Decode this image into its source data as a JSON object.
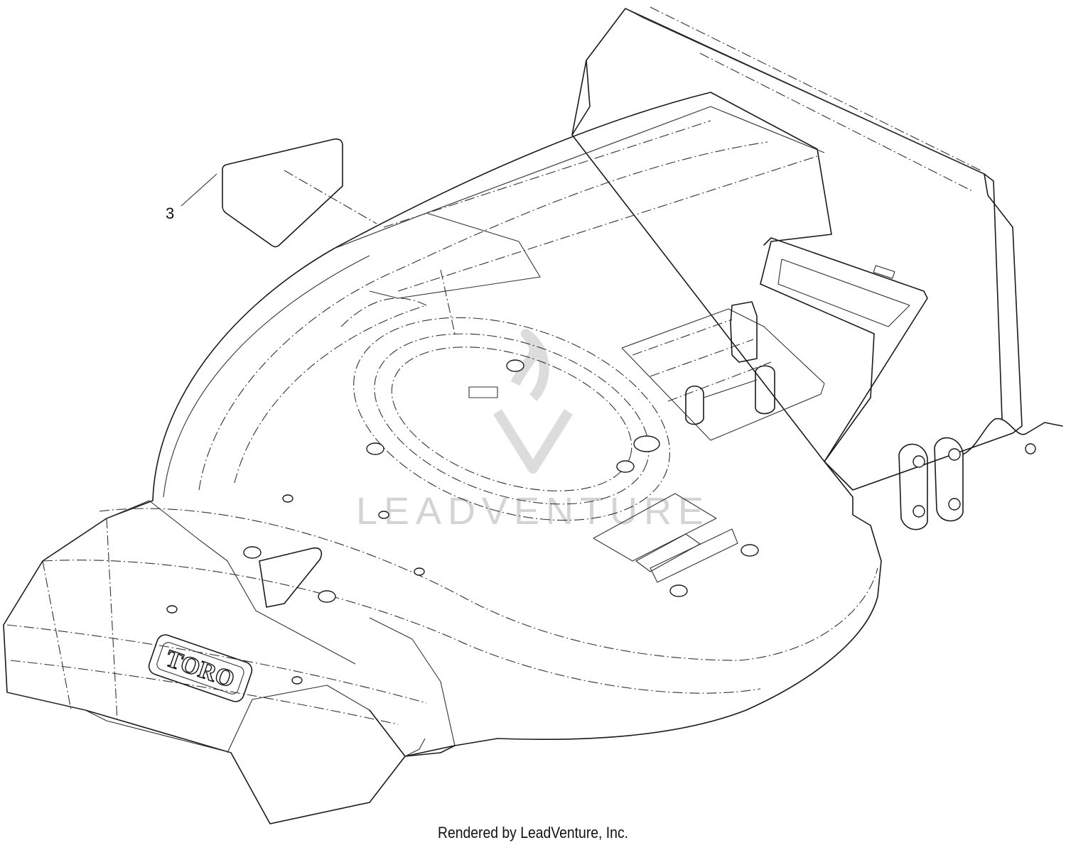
{
  "diagram": {
    "callouts": [
      {
        "number": "3",
        "part": "decal"
      }
    ],
    "logo_text": "TORO",
    "watermark_text": "LEADVENTURE"
  },
  "footer": {
    "credit": "Rendered by LeadVenture, Inc."
  },
  "colors": {
    "line": "#1a1a1a",
    "watermark": "#d4d4d4",
    "background": "#ffffff"
  }
}
